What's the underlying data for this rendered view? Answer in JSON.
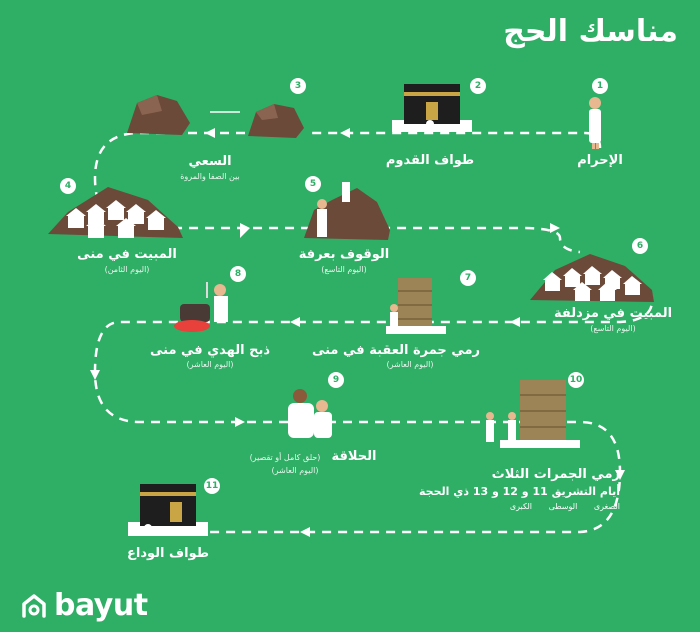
{
  "title": "مناسك الحج",
  "steps": [
    {
      "num": "1",
      "label": "الإحرام"
    },
    {
      "num": "2",
      "label": "طواف القدوم"
    },
    {
      "num": "3",
      "label": "السعي",
      "sub": "بين الصفا والمروة"
    },
    {
      "num": "4",
      "label": "المبيت في منى",
      "sub": "(اليوم الثامن)"
    },
    {
      "num": "5",
      "label": "الوقوف بعرفة",
      "sub": "(اليوم التاسع)"
    },
    {
      "num": "6",
      "label": "المبيت في مزدلفة",
      "sub": "(اليوم التاسع)"
    },
    {
      "num": "7",
      "label": "رمي جمرة العقبة في منى",
      "sub": "(اليوم العاشر)"
    },
    {
      "num": "8",
      "label": "ذبح الهدي في منى",
      "sub": "(اليوم العاشر)"
    },
    {
      "num": "9",
      "label": "الحلاقة",
      "label_extra": "(حلق كامل أو تقصير)",
      "sub": "(اليوم العاشر)"
    },
    {
      "num": "10",
      "label": "رمي الجمرات الثلاث",
      "label2": "أيام التشريق 11 و 12 و 13 ذي الحجة",
      "bullets": [
        "الصغرى",
        "الوسطى",
        "الكبرى"
      ]
    },
    {
      "num": "11",
      "label": "طواف الوداع"
    }
  ],
  "brand": {
    "name": "bayut",
    "icon": "bayut-house-icon"
  },
  "colors": {
    "background": "#2fae66",
    "text": "#ffffff",
    "rock": "#6b4a3a",
    "kaaba": "#1e1e1e",
    "gold": "#c9a545",
    "tower": "#9c8456"
  }
}
